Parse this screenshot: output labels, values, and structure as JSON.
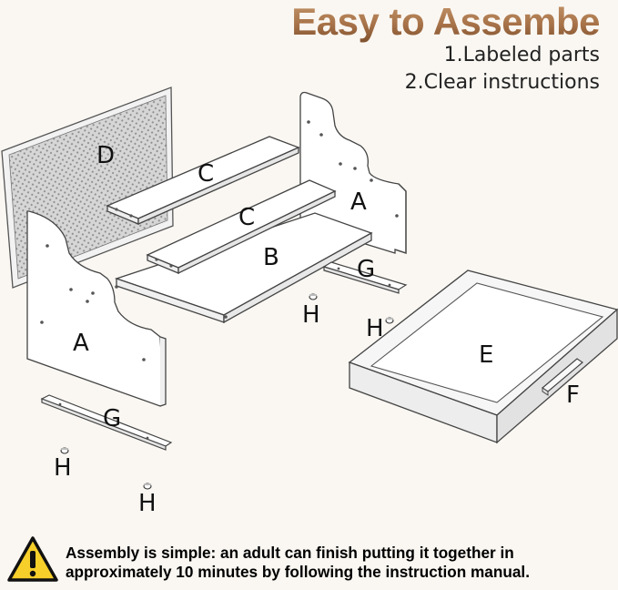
{
  "header": {
    "title": "Easy to Assembe",
    "features": [
      "1.Labeled parts",
      "2.Clear instructions"
    ]
  },
  "parts": {
    "back_panel": "D",
    "top_board": "C",
    "middle_board": "C",
    "base_board": "B",
    "right_side_panel": "A",
    "left_side_panel": "A",
    "right_support_bar": "G",
    "left_support_bar": "G",
    "drawer": "E",
    "drawer_handle": "F",
    "screw_center": "H",
    "screw_right": "H",
    "screw_left_upper": "H",
    "screw_left_lower": "H"
  },
  "footer": {
    "icon": "warning-icon",
    "note_line1": "Assembly is simple: an adult can finish putting it together in",
    "note_line2": "approximately 10 minutes by following the instruction manual."
  },
  "colors": {
    "title_gradient": [
      "#c5976b",
      "#7d4e2c"
    ],
    "warning_yellow": "#f6cf2a",
    "background": "#faf7f2"
  }
}
